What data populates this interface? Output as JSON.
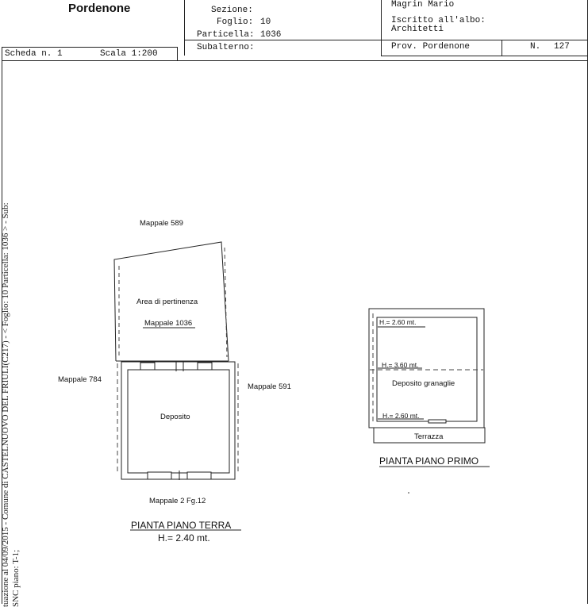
{
  "header": {
    "city": "Pordenone",
    "sezione_label": "Sezione:",
    "foglio_label": "Foglio:",
    "foglio_value": "10",
    "particella_label": "Particella:",
    "particella_value": "1036",
    "subalterno_label": "Subalterno:",
    "author": "Magrin Mario",
    "iscritto_label": "Iscritto all'albo:",
    "iscritto_value": "Architetti",
    "prov": "Prov. Pordenone",
    "n_label": "N.",
    "n_value": "127",
    "scheda": "Scheda n. 1",
    "scala": "Scala 1:200"
  },
  "side_text": {
    "line1": "tuazione al 04/09/2015 - Comune di CASTELNUOVO DEL FRIULI(C217) - < Foglio: 10 Particella: 1036 > - Sub:",
    "line2": "SNC piano: T-1;"
  },
  "ground_floor": {
    "north": "Mappale 589",
    "west": "Mappale 784",
    "east": "Mappale 591",
    "south": "Mappale 2 Fg.12",
    "area": "Area di pertinenza",
    "mappale": "Mappale 1036",
    "room": "Deposito",
    "title": "PIANTA PIANO TERRA",
    "height": "H.= 2.40 mt."
  },
  "first_floor": {
    "h1": "H.= 2.60 mt.",
    "h2": "H.= 3.60 mt.",
    "room": "Deposito granaglie",
    "h3": "H.= 2.60 mt.",
    "terrace": "Terrazza",
    "title": "PIANTA PIANO PRIMO"
  }
}
